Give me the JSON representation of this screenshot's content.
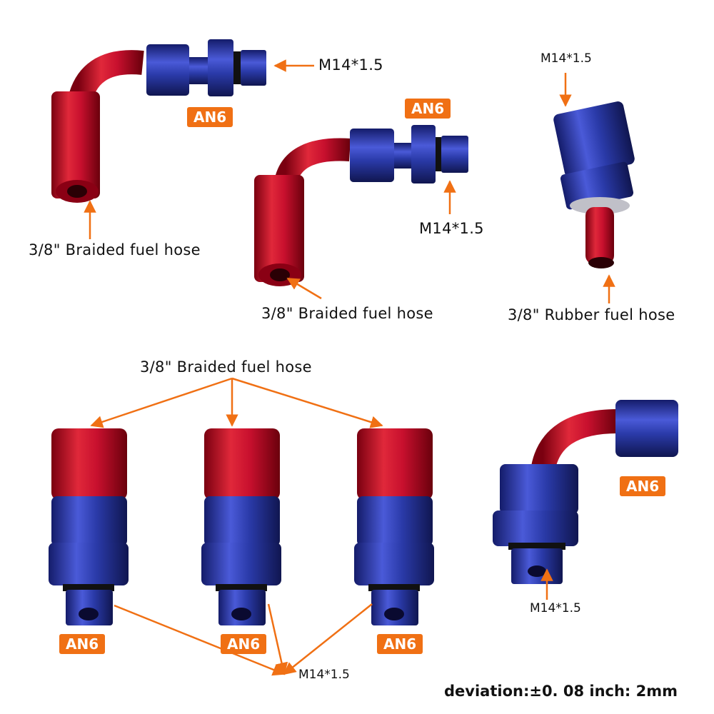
{
  "labels": {
    "m14": "M14*1.5",
    "an6": "AN6",
    "braided": "3/8\" Braided fuel hose",
    "rubber": "3/8\" Rubber fuel hose",
    "deviation": "deviation:±0. 08 inch: 2mm"
  },
  "colors": {
    "red": "#c8102e",
    "blue": "#2a3aa8",
    "orange": "#f07014"
  }
}
